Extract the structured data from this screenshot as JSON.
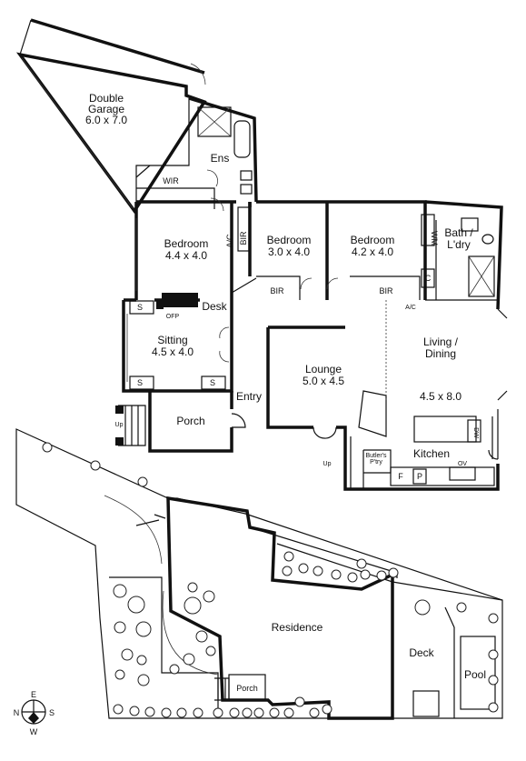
{
  "rooms": {
    "garage_name": "Double",
    "garage_name2": "Garage",
    "garage_size": "6.0 x 7.0",
    "ens": "Ens",
    "wir": "WIR",
    "bedroom1_name": "Bedroom",
    "bedroom1_size": "4.4 x 4.0",
    "bedroom2_name": "Bedroom",
    "bedroom2_size": "3.0 x 4.0",
    "bedroom3_name": "Bedroom",
    "bedroom3_size": "4.2 x 4.0",
    "bath_name": "Bath /",
    "bath_name2": "L'dry",
    "sitting_name": "Sitting",
    "sitting_size": "4.5 x 4.0",
    "desk": "Desk",
    "lounge_name": "Lounge",
    "lounge_size": "5.0 x 4.5",
    "living_name": "Living /",
    "living_name2": "Dining",
    "living_size": "4.5 x 8.0",
    "kitchen": "Kitchen",
    "porch": "Porch",
    "entry": "Entry"
  },
  "fixtures": {
    "ac": "A/C",
    "bir": "BIR",
    "wm": "WM",
    "c": "C",
    "ofp": "OFP",
    "s": "S",
    "up": "Up",
    "f": "F",
    "p": "P",
    "ov": "OV",
    "dw": "DW",
    "butlers_line1": "Butler's",
    "butlers_line2": "P'try"
  },
  "site": {
    "residence": "Residence",
    "deck": "Deck",
    "pool": "Pool",
    "porch": "Porch"
  },
  "compass": {
    "n": "N",
    "e": "E",
    "s": "S",
    "w": "W"
  }
}
